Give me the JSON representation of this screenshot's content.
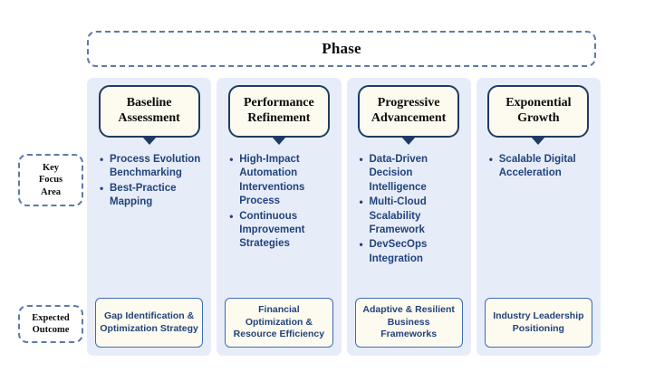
{
  "diagram": {
    "header": {
      "title": "Phase"
    },
    "row_labels": [
      {
        "id": "key-focus-area",
        "label": "Key\nFocus\nArea"
      },
      {
        "id": "expected-outcome",
        "label": "Expected\nOutcome"
      }
    ],
    "columns": [
      {
        "id": "baseline-assessment",
        "title": "Baseline\nAssessment",
        "bullets": [
          "Process Evolution Benchmarking",
          "Best-Practice Mapping"
        ],
        "outcome": "Gap Identification & Optimization Strategy"
      },
      {
        "id": "performance-refinement",
        "title": "Performance\nRefinement",
        "bullets": [
          "High-Impact Automation Interventions Process",
          "Continuous Improvement Strategies"
        ],
        "outcome": "Financial Optimization & Resource Efficiency"
      },
      {
        "id": "progressive-advancement",
        "title": "Progressive\nAdvancement",
        "bullets": [
          "Data-Driven Decision Intelligence",
          "Multi-Cloud Scalability Framework",
          "DevSecOps Integration"
        ],
        "outcome": "Adaptive & Resilient Business Frameworks"
      },
      {
        "id": "exponential-growth",
        "title": "Exponential\nGrowth",
        "bullets": [
          "Scalable Digital Acceleration"
        ],
        "outcome": "Industry Leadership Positioning"
      }
    ],
    "colors": {
      "column_panel_bg": "#e7edf8",
      "card_fill": "#fdfaef",
      "card_border": "#1f3b63",
      "outcome_border": "#3b6cb5",
      "bullet_text": "#22437c",
      "dashed_border": "#5b7ba8",
      "page_bg": "#ffffff"
    }
  }
}
